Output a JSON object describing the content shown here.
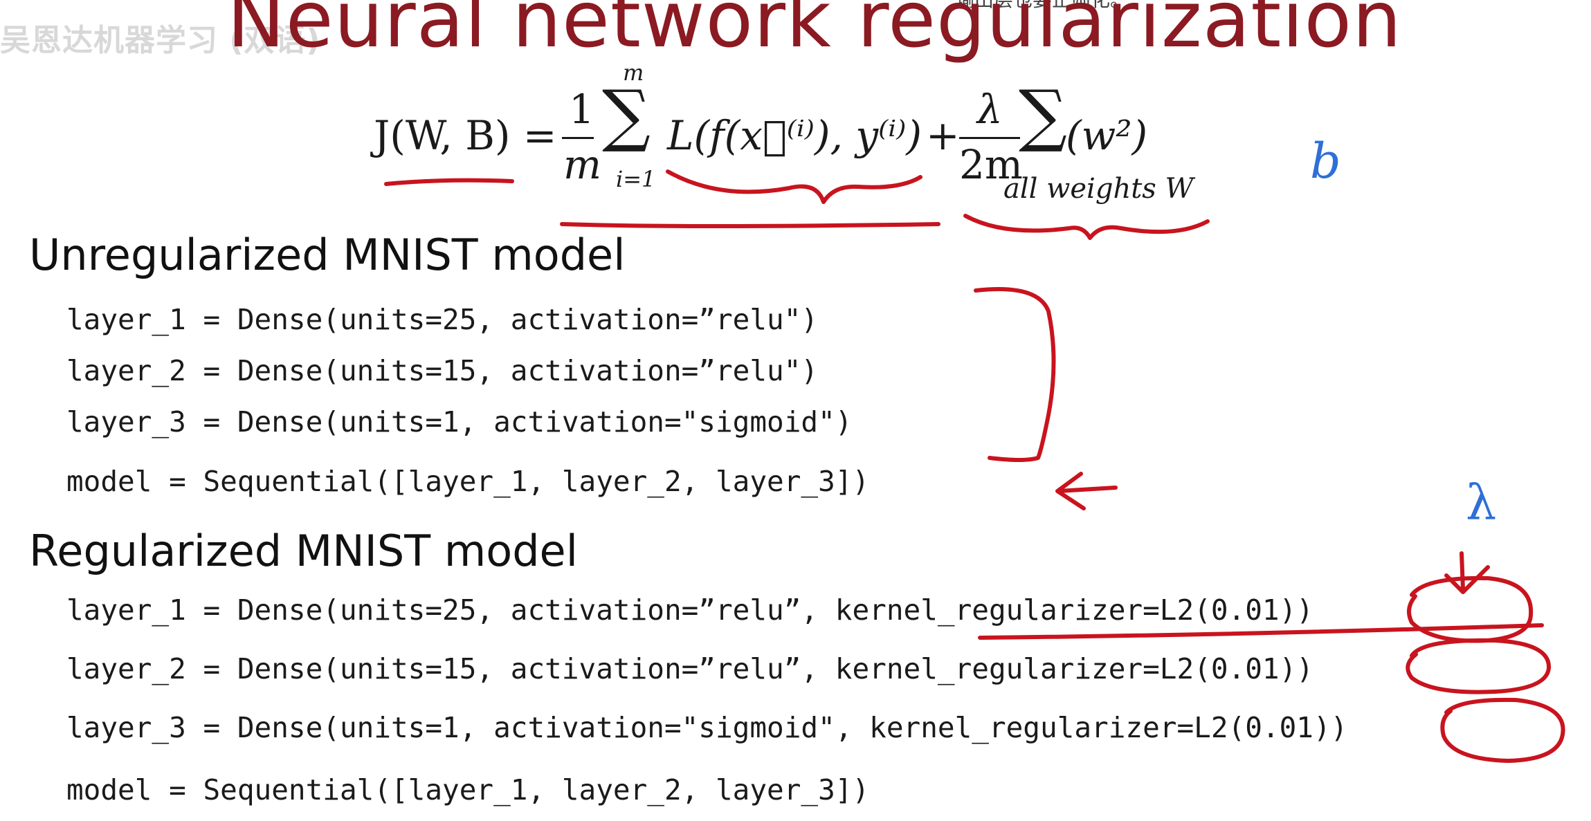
{
  "watermark": "吴恩达机器学习 (双语)",
  "subtitle_top": "输出层也要正则化。",
  "title": "Neural network regularization",
  "formula": {
    "lhs": "J(W, B) =",
    "frac1_num": "1",
    "frac1_den": "m",
    "sum_top": "m",
    "sum_bottom": "i=1",
    "sigma": "∑",
    "loss": "L(f(x⃗⁽ⁱ⁾), y⁽ⁱ⁾)",
    "plus": "+",
    "frac2_num": "λ",
    "frac2_den": "2m",
    "sigma2": "∑",
    "reg_term": "(w²)",
    "sum2_bottom": "all weights W"
  },
  "sections": [
    {
      "heading": "Unregularized MNIST model",
      "lines": [
        "layer_1 = Dense(units=25, activation=”relu\")",
        "layer_2 = Dense(units=15, activation=”relu\")",
        "layer_3 = Dense(units=1, activation=\"sigmoid\")",
        "model = Sequential([layer_1, layer_2, layer_3])"
      ]
    },
    {
      "heading": "Regularized MNIST model",
      "lines": [
        "layer_1 = Dense(units=25, activation=”relu”, kernel_regularizer=L2(0.01))",
        "layer_2 = Dense(units=15, activation=”relu”, kernel_regularizer=L2(0.01))",
        "layer_3 = Dense(units=1, activation=\"sigmoid\", kernel_regularizer=L2(0.01))",
        "model = Sequential([layer_1, layer_2, layer_3])"
      ]
    }
  ],
  "annotations": {
    "b_label": "b",
    "lambda_label": "λ",
    "ink_red": "#c8141e",
    "ink_blue": "#2e6fd8"
  }
}
